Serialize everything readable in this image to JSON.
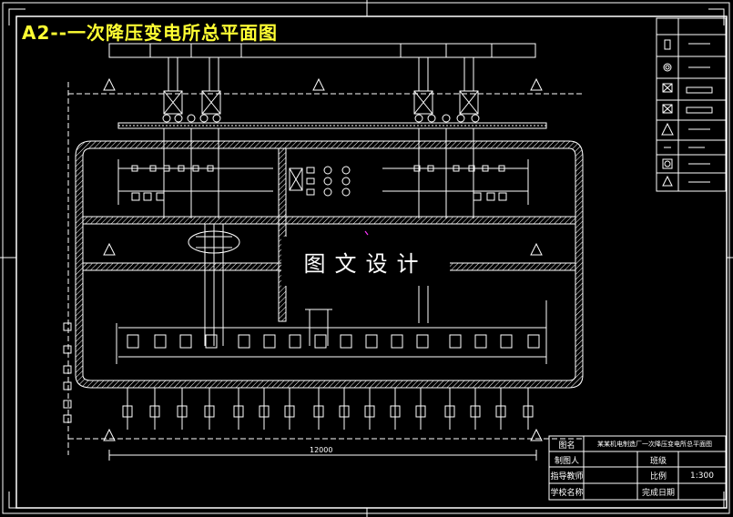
{
  "drawing": {
    "title": "A2--一次降压变电所总平面图",
    "watermark": "图文设计",
    "dimension_label": "12000"
  },
  "title_block": {
    "label_drawing_name": "图名",
    "drawing_name_value": "某某机电制造厂一次降压变电所总平面图",
    "label_drafter": "制图人",
    "label_class": "班级",
    "label_advisor": "指导教师",
    "label_scale": "比例",
    "scale_value": "1:300",
    "label_school": "学校名称",
    "label_date": "完成日期"
  },
  "colors": {
    "background": "#000000",
    "lines": "#ffffff",
    "title": "#ffff33",
    "marker": "#ff33ff"
  }
}
